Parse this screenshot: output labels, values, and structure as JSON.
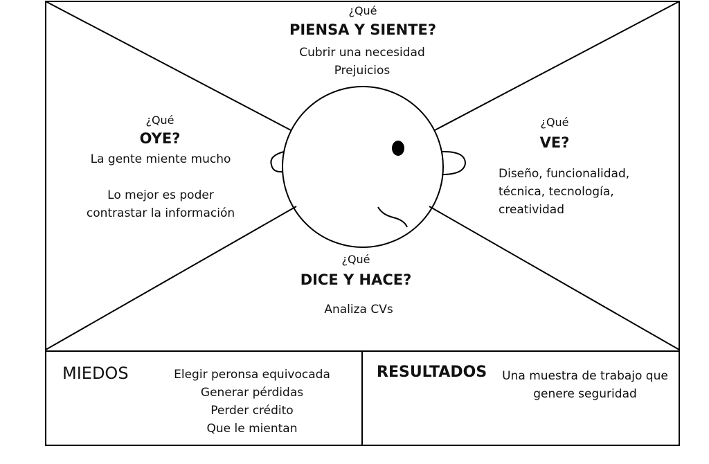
{
  "piensa": {
    "question": "¿Qué",
    "heading": "PIENSA Y SIENTE?",
    "lines": [
      "Cubrir una necesidad",
      "Prejuicios"
    ]
  },
  "oye": {
    "question": "¿Qué",
    "heading": "OYE?",
    "lines": [
      "La gente miente mucho",
      "",
      "Lo mejor es poder",
      "contrastar la información"
    ]
  },
  "ve": {
    "question": "¿Qué",
    "heading": "VE?",
    "lines": [
      "Diseño, funcionalidad,",
      "técnica, tecnología,",
      "creatividad"
    ]
  },
  "dice": {
    "question": "¿Qué",
    "heading": "DICE Y HACE?",
    "lines": [
      "Analiza CVs"
    ]
  },
  "miedos": {
    "heading": "MIEDOS",
    "lines": [
      "Elegir peronsa equivocada",
      "Generar pérdidas",
      "Perder crédito",
      "Que le mientan"
    ]
  },
  "resultados": {
    "heading": "RESULTADOS",
    "lines": [
      "Una muestra de trabajo que",
      "genere seguridad"
    ]
  }
}
